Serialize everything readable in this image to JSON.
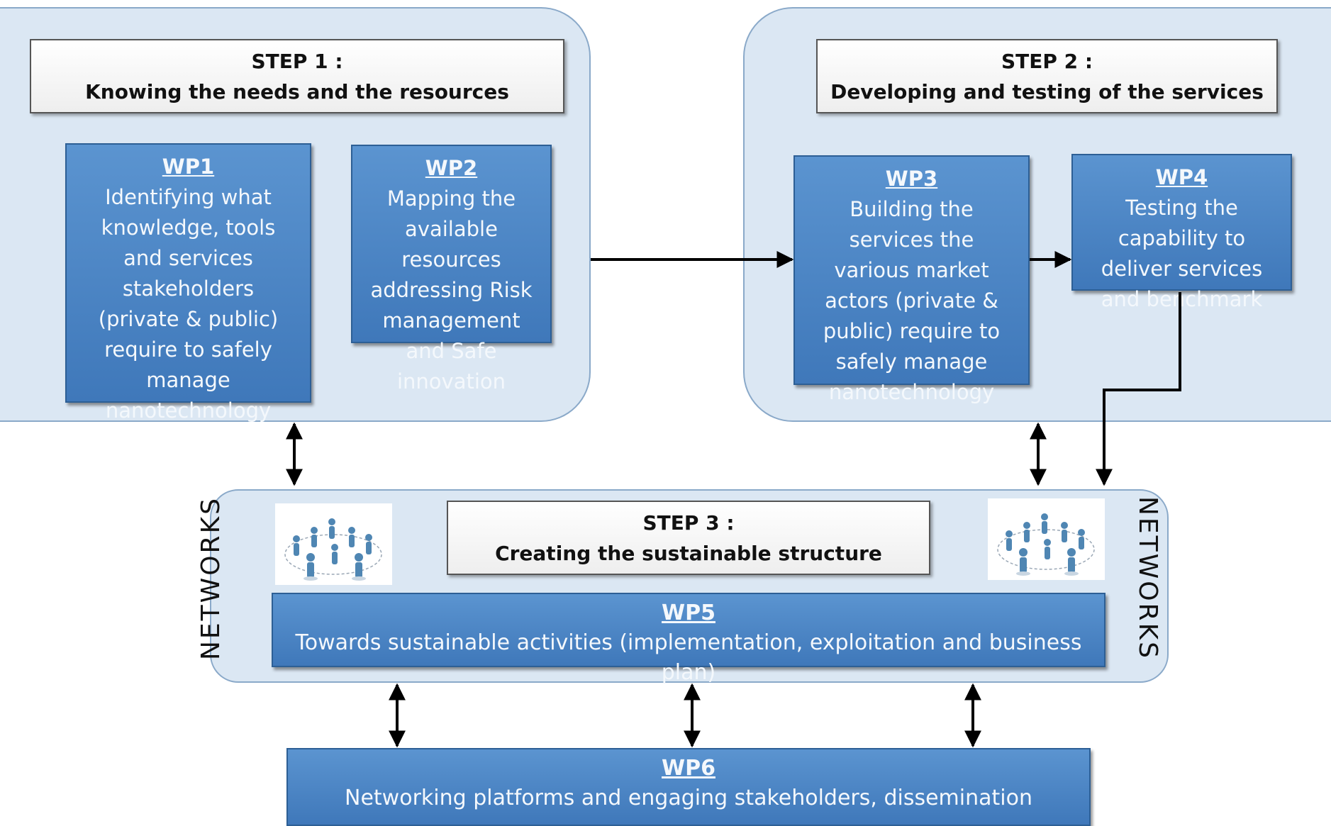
{
  "step1": {
    "line1": "STEP 1 :",
    "line2": "Knowing the needs and the resources"
  },
  "step2": {
    "line1": "STEP 2 :",
    "line2": "Developing and testing of the services"
  },
  "step3": {
    "line1": "STEP 3 :",
    "line2": "Creating the sustainable structure"
  },
  "wp1": {
    "title": "WP1",
    "text": "Identifying what knowledge, tools and services stakeholders (private & public) require to safely manage nanotechnology"
  },
  "wp2": {
    "title": "WP2",
    "text": "Mapping the available resources addressing Risk management and Safe innovation"
  },
  "wp3": {
    "title": "WP3",
    "text": "Building the services the various market actors (private & public) require to safely manage nanotechnology"
  },
  "wp4": {
    "title": "WP4",
    "text": "Testing the capability to deliver services and benchmark"
  },
  "wp5": {
    "title": "WP5",
    "text": "Towards sustainable activities (implementation, exploitation and business plan)"
  },
  "wp6": {
    "title": "WP6",
    "text": "Networking platforms and engaging stakeholders, dissemination"
  },
  "networks_left": "NETWORKS",
  "networks_right": "NETWORKS",
  "icons": {
    "network_left": "people-network-icon",
    "network_right": "people-network-icon"
  },
  "colors": {
    "panel": "#dbe7f3",
    "wp_box": "#4a86c8",
    "arrow": "#000000"
  }
}
